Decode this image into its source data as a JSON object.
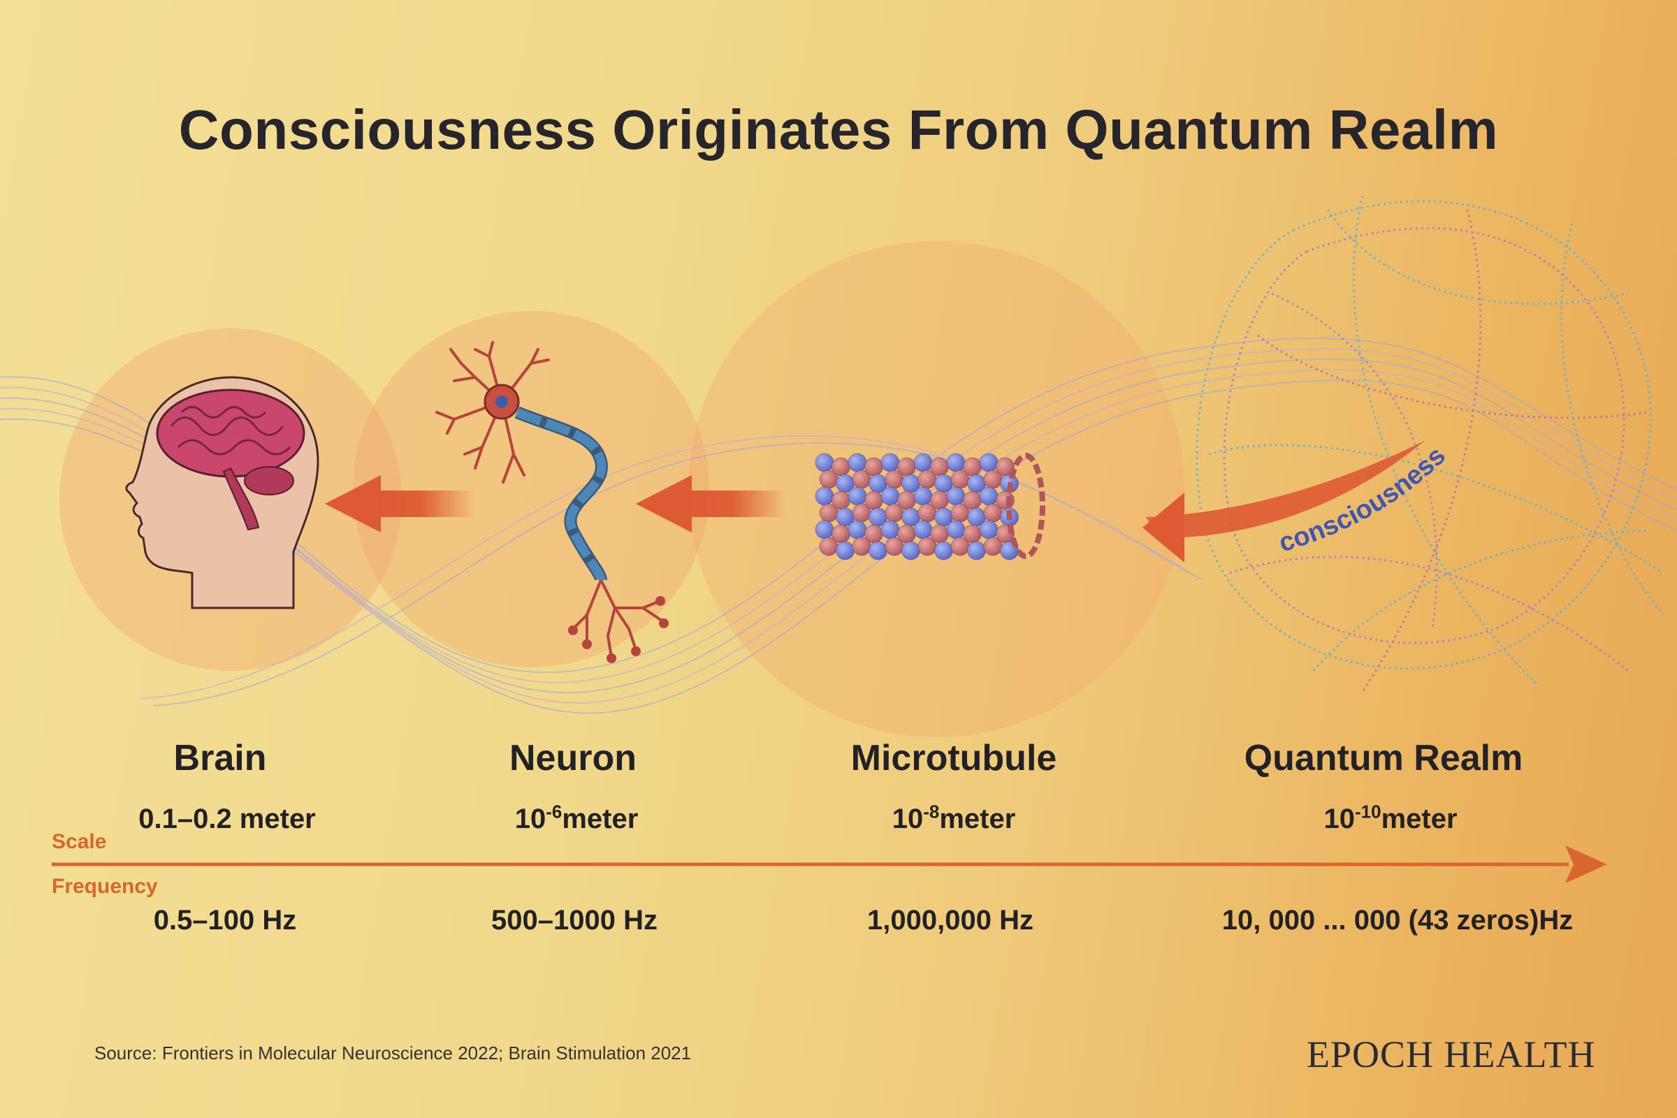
{
  "title": "Consciousness Originates From Quantum Realm",
  "axis": {
    "scale_label": "Scale",
    "frequency_label": "Frequency"
  },
  "consciousness_label": "consciousness",
  "stages": [
    {
      "name": "Brain",
      "scale_base": "0.1–0.2 meter",
      "scale_exp": "",
      "scale_unit": "",
      "frequency": "0.5–100 Hz"
    },
    {
      "name": "Neuron",
      "scale_base": "10",
      "scale_exp": "-6",
      "scale_unit": "meter",
      "frequency": "500–1000 Hz"
    },
    {
      "name": "Microtubule",
      "scale_base": "10",
      "scale_exp": "-8",
      "scale_unit": "meter",
      "frequency": "1,000,000 Hz"
    },
    {
      "name": "Quantum Realm",
      "scale_base": "10",
      "scale_exp": "-10",
      "scale_unit": "meter",
      "frequency": "10, 000 ... 000 (43 zeros)Hz"
    }
  ],
  "source": "Source: Frontiers in Molecular Neuroscience 2022; Brain Stimulation 2021",
  "brand": "EPOCH HEALTH",
  "colors": {
    "arrow": "#de5a34",
    "axis": "#d8662e",
    "tubulin_blue": "#6f7fd6",
    "tubulin_red": "#c86a6a",
    "brain_pink": "#c9476a",
    "neuron_red": "#b8423c",
    "neuron_blue": "#4d86b8"
  }
}
